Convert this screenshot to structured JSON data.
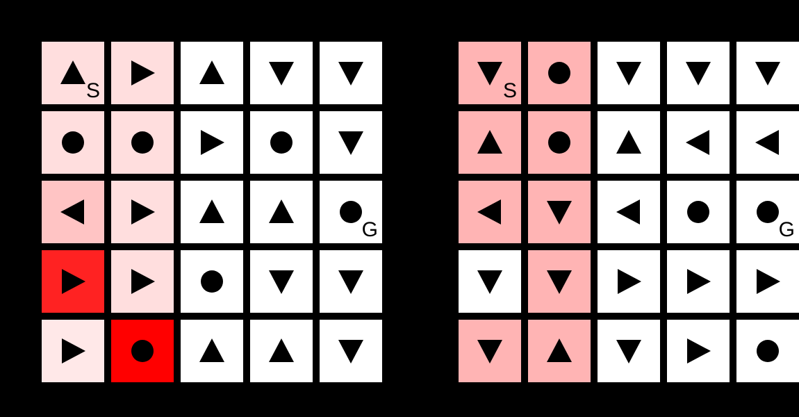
{
  "legend": {
    "up": "up-arrow-icon",
    "down": "down-arrow-icon",
    "left": "left-arrow-icon",
    "right": "right-arrow-icon",
    "stay": "dot-icon"
  },
  "colors": {
    "background": "#000000",
    "cell_default": "#ffffff",
    "glyph": "#000000"
  },
  "grids": [
    {
      "id": "left",
      "rows": [
        [
          {
            "action": "up",
            "color": "#ffdede",
            "label": "S"
          },
          {
            "action": "right",
            "color": "#ffdede",
            "label": ""
          },
          {
            "action": "up",
            "color": "#ffffff",
            "label": ""
          },
          {
            "action": "down",
            "color": "#ffffff",
            "label": ""
          },
          {
            "action": "down",
            "color": "#ffffff",
            "label": ""
          }
        ],
        [
          {
            "action": "stay",
            "color": "#ffdede",
            "label": ""
          },
          {
            "action": "stay",
            "color": "#ffdede",
            "label": ""
          },
          {
            "action": "right",
            "color": "#ffffff",
            "label": ""
          },
          {
            "action": "stay",
            "color": "#ffffff",
            "label": ""
          },
          {
            "action": "down",
            "color": "#ffffff",
            "label": ""
          }
        ],
        [
          {
            "action": "left",
            "color": "#ffc4c4",
            "label": ""
          },
          {
            "action": "right",
            "color": "#ffdede",
            "label": ""
          },
          {
            "action": "up",
            "color": "#ffffff",
            "label": ""
          },
          {
            "action": "up",
            "color": "#ffffff",
            "label": ""
          },
          {
            "action": "stay",
            "color": "#ffffff",
            "label": "G"
          }
        ],
        [
          {
            "action": "right",
            "color": "#ff2222",
            "label": ""
          },
          {
            "action": "right",
            "color": "#ffdede",
            "label": ""
          },
          {
            "action": "stay",
            "color": "#ffffff",
            "label": ""
          },
          {
            "action": "down",
            "color": "#ffffff",
            "label": ""
          },
          {
            "action": "down",
            "color": "#ffffff",
            "label": ""
          }
        ],
        [
          {
            "action": "right",
            "color": "#ffe8e8",
            "label": ""
          },
          {
            "action": "stay",
            "color": "#ff0000",
            "label": ""
          },
          {
            "action": "up",
            "color": "#ffffff",
            "label": ""
          },
          {
            "action": "up",
            "color": "#ffffff",
            "label": ""
          },
          {
            "action": "down",
            "color": "#ffffff",
            "label": ""
          }
        ]
      ]
    },
    {
      "id": "right",
      "rows": [
        [
          {
            "action": "down",
            "color": "#ffb4b4",
            "label": "S"
          },
          {
            "action": "stay",
            "color": "#ffb4b4",
            "label": ""
          },
          {
            "action": "down",
            "color": "#ffffff",
            "label": ""
          },
          {
            "action": "down",
            "color": "#ffffff",
            "label": ""
          },
          {
            "action": "down",
            "color": "#ffffff",
            "label": ""
          }
        ],
        [
          {
            "action": "up",
            "color": "#ffb4b4",
            "label": ""
          },
          {
            "action": "stay",
            "color": "#ffb4b4",
            "label": ""
          },
          {
            "action": "up",
            "color": "#ffffff",
            "label": ""
          },
          {
            "action": "left",
            "color": "#ffffff",
            "label": ""
          },
          {
            "action": "left",
            "color": "#ffffff",
            "label": ""
          }
        ],
        [
          {
            "action": "left",
            "color": "#ffb4b4",
            "label": ""
          },
          {
            "action": "down",
            "color": "#ffb4b4",
            "label": ""
          },
          {
            "action": "left",
            "color": "#ffffff",
            "label": ""
          },
          {
            "action": "stay",
            "color": "#ffffff",
            "label": ""
          },
          {
            "action": "stay",
            "color": "#ffffff",
            "label": "G"
          }
        ],
        [
          {
            "action": "down",
            "color": "#ffffff",
            "label": ""
          },
          {
            "action": "down",
            "color": "#ffb4b4",
            "label": ""
          },
          {
            "action": "right",
            "color": "#ffffff",
            "label": ""
          },
          {
            "action": "right",
            "color": "#ffffff",
            "label": ""
          },
          {
            "action": "right",
            "color": "#ffffff",
            "label": ""
          }
        ],
        [
          {
            "action": "down",
            "color": "#ffb4b4",
            "label": ""
          },
          {
            "action": "up",
            "color": "#ffb4b4",
            "label": ""
          },
          {
            "action": "down",
            "color": "#ffffff",
            "label": ""
          },
          {
            "action": "right",
            "color": "#ffffff",
            "label": ""
          },
          {
            "action": "stay",
            "color": "#ffffff",
            "label": ""
          }
        ]
      ]
    }
  ]
}
